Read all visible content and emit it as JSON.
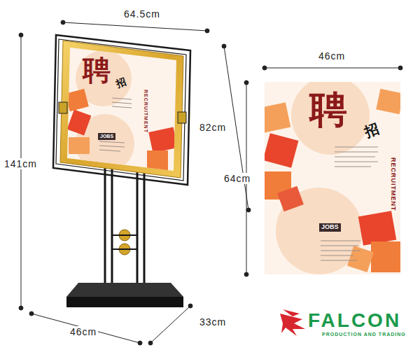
{
  "diagram": {
    "nodes": [
      {
        "text": [
          "聘",
          "招",
          "RECRUITMENT",
          "JOBS"
        ]
      },
      {
        "text": [
          "聘",
          "招",
          "RECRUITMENT",
          "JOBS"
        ]
      }
    ],
    "labels": [
      "64.5cm",
      "82cm",
      "141cm",
      "46cm",
      "33cm",
      "46cm",
      "64cm",
      "FALCON",
      "PRODUCTION AND TRADING"
    ]
  }
}
